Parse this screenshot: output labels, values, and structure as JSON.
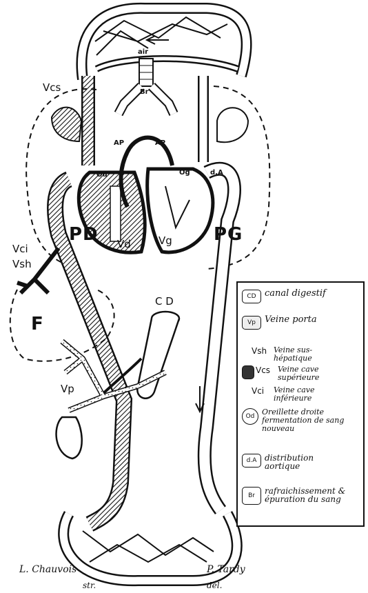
{
  "labels": {
    "vcs": "Vcs",
    "air": "air",
    "br": "Br",
    "od": "Od",
    "og": "Og",
    "da_top": "d.A",
    "pd": "PD",
    "pg": "PG",
    "vd": "Vd",
    "vg": "Vg",
    "vci": "Vci",
    "vsh": "Vsh",
    "f": "F",
    "cd": "C D",
    "vp": "Vp",
    "ap_left": "AP",
    "ap_right": "AP"
  },
  "legend": {
    "items": [
      {
        "swatch": "CD",
        "text": "canal digestif"
      },
      {
        "swatch": "Vp",
        "text": "Veine porta"
      },
      {
        "abbr": "Vsh",
        "text": "Veine sus-hépatique"
      },
      {
        "abbr": "Vcs",
        "text": "Veine cave supérieure"
      },
      {
        "abbr": "Vci",
        "text": "Veine cave inférieure"
      },
      {
        "swatch": "Od",
        "text": "Oreillette droite fermentation de sang nouveau"
      },
      {
        "swatch": "d.A",
        "text": "distribution aortique"
      },
      {
        "swatch": "Br",
        "text": "rafraichissement & épuration du sang"
      }
    ]
  },
  "credits": {
    "left_name": "L. Chauvois",
    "left_role": "str.",
    "right_name": "P. Tardy",
    "right_role": "del."
  },
  "colors": {
    "ink": "#111111",
    "paper": "#ffffff"
  }
}
